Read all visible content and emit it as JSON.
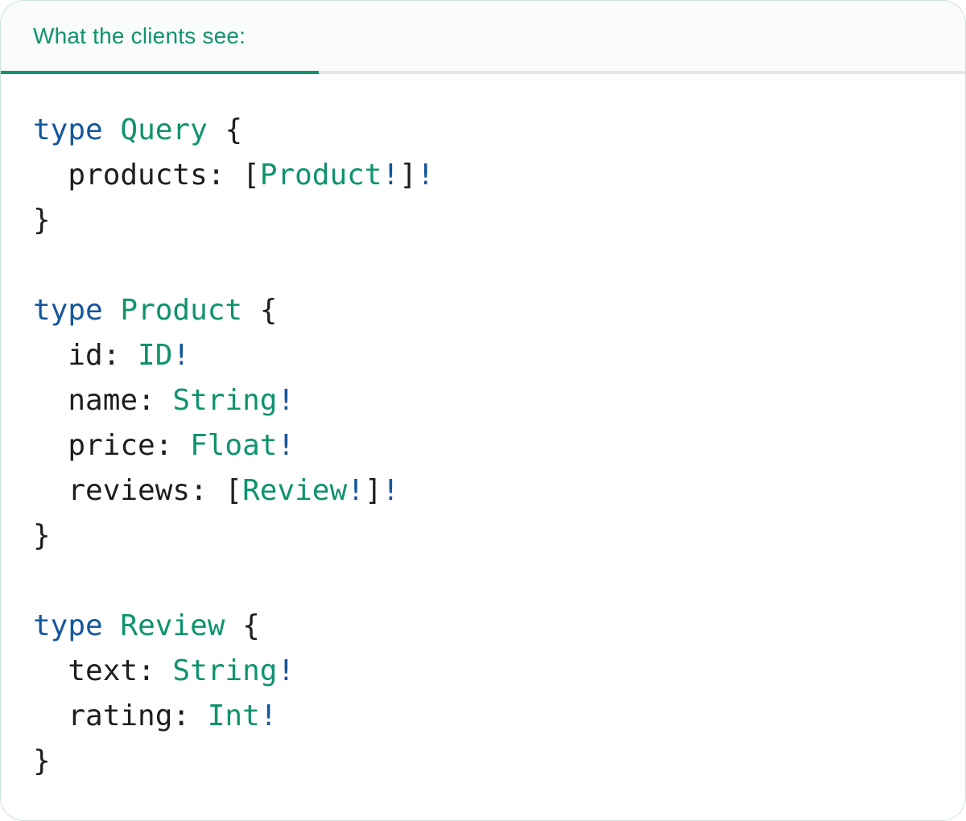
{
  "header": {
    "tab_label": "What the clients see:"
  },
  "colors": {
    "accent_green": "#0F936E",
    "keyword_blue": "#15569D",
    "text_dark": "#1C1E21",
    "divider_gray": "#E5E7E8",
    "header_bg": "#FAFBFB",
    "card_border": "#C9E2D3",
    "card_bg": "#FFFFFF"
  },
  "code": {
    "lines": [
      [
        {
          "c": "kw",
          "t": "type"
        },
        {
          "c": "plain",
          "t": " "
        },
        {
          "c": "type",
          "t": "Query"
        },
        {
          "c": "plain",
          "t": " {"
        }
      ],
      [
        {
          "c": "plain",
          "t": "  products: ["
        },
        {
          "c": "type",
          "t": "Product"
        },
        {
          "c": "bang",
          "t": "!"
        },
        {
          "c": "plain",
          "t": "]"
        },
        {
          "c": "bang",
          "t": "!"
        }
      ],
      [
        {
          "c": "plain",
          "t": "}"
        }
      ],
      [],
      [
        {
          "c": "kw",
          "t": "type"
        },
        {
          "c": "plain",
          "t": " "
        },
        {
          "c": "type",
          "t": "Product"
        },
        {
          "c": "plain",
          "t": " {"
        }
      ],
      [
        {
          "c": "plain",
          "t": "  id: "
        },
        {
          "c": "type",
          "t": "ID"
        },
        {
          "c": "bang",
          "t": "!"
        }
      ],
      [
        {
          "c": "plain",
          "t": "  name: "
        },
        {
          "c": "type",
          "t": "String"
        },
        {
          "c": "bang",
          "t": "!"
        }
      ],
      [
        {
          "c": "plain",
          "t": "  price: "
        },
        {
          "c": "type",
          "t": "Float"
        },
        {
          "c": "bang",
          "t": "!"
        }
      ],
      [
        {
          "c": "plain",
          "t": "  reviews: ["
        },
        {
          "c": "type",
          "t": "Review"
        },
        {
          "c": "bang",
          "t": "!"
        },
        {
          "c": "plain",
          "t": "]"
        },
        {
          "c": "bang",
          "t": "!"
        }
      ],
      [
        {
          "c": "plain",
          "t": "}"
        }
      ],
      [],
      [
        {
          "c": "kw",
          "t": "type"
        },
        {
          "c": "plain",
          "t": " "
        },
        {
          "c": "type",
          "t": "Review"
        },
        {
          "c": "plain",
          "t": " {"
        }
      ],
      [
        {
          "c": "plain",
          "t": "  text: "
        },
        {
          "c": "type",
          "t": "String"
        },
        {
          "c": "bang",
          "t": "!"
        }
      ],
      [
        {
          "c": "plain",
          "t": "  rating: "
        },
        {
          "c": "type",
          "t": "Int"
        },
        {
          "c": "bang",
          "t": "!"
        }
      ],
      [
        {
          "c": "plain",
          "t": "}"
        }
      ]
    ]
  }
}
